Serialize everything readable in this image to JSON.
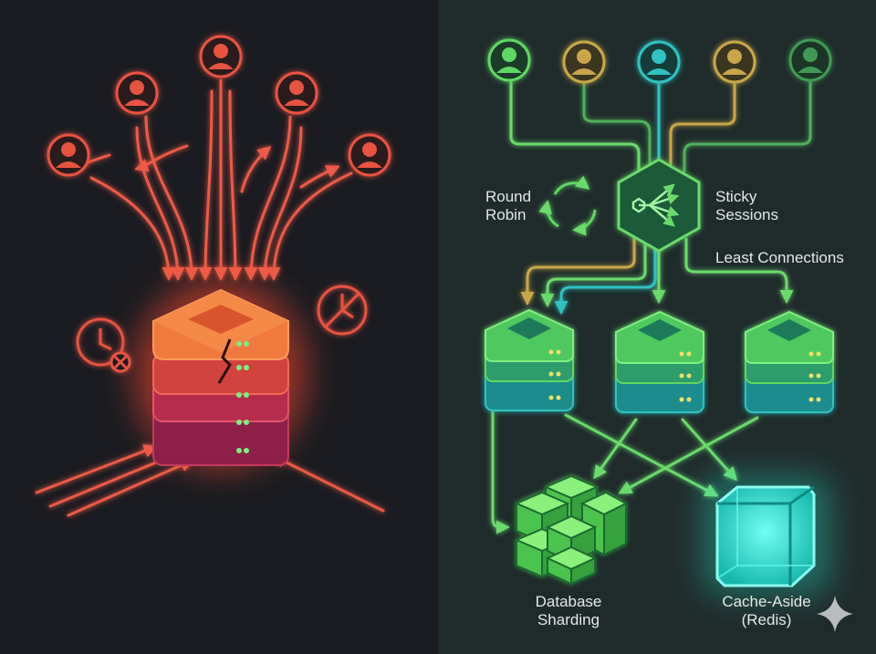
{
  "labels": {
    "round_robin": "Round\nRobin",
    "sticky_sessions": "Sticky\nSessions",
    "least_connections": "Least Connections",
    "database_sharding": "Database\nSharding",
    "cache_aside": "Cache-Aside\n(Redis)"
  },
  "colors": {
    "left_background": "#1b1c21",
    "right_background": "#1f2b2b",
    "overload_red": "#e8523f",
    "server_orange": "#f07a3e",
    "server_magenta": "#a8224f",
    "green": "#5ed862",
    "yellow": "#c9a74a",
    "teal": "#2fc3c2",
    "cache_cyan": "#3ff4e4",
    "text": "#e4e7e6"
  },
  "icons": {
    "users_left": [
      "user-sad-icon",
      "user-sad-icon",
      "user-sad-icon",
      "user-sad-icon",
      "user-sad-icon"
    ],
    "users_right": [
      "user-icon",
      "user-icon",
      "user-icon",
      "user-icon",
      "user-icon"
    ],
    "left_misc": [
      "clock-error-icon",
      "clock-blocked-icon",
      "crack-icon"
    ],
    "right_misc": [
      "cycle-arrows-icon",
      "load-balancer-icon",
      "database-shard-icon",
      "cache-cube-icon",
      "sparkle-icon"
    ]
  }
}
